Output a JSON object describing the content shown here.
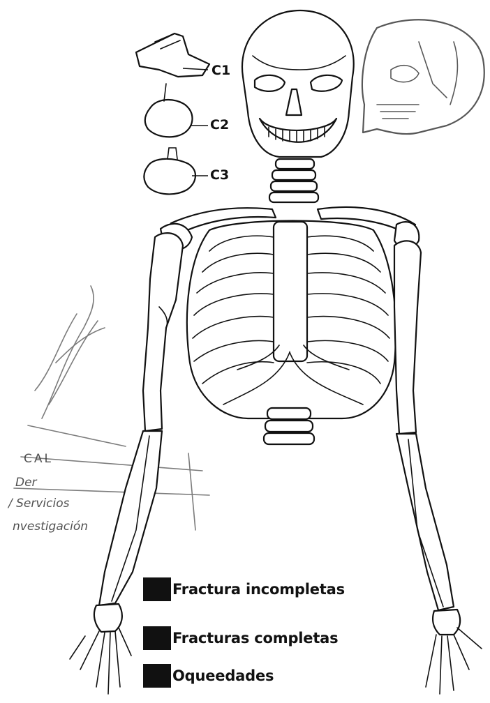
{
  "vertebrae_labels": [
    "C1",
    "C2",
    "C3"
  ],
  "legend": [
    {
      "label": "Fractura incompletas",
      "color": "#111111"
    },
    {
      "label": "Fracturas completas",
      "color": "#111111"
    },
    {
      "label": "Oqueedades",
      "color": "#111111"
    }
  ],
  "stamp": {
    "line1": "CAL",
    "line2": "Der",
    "line3": "/ Servicios",
    "line4": "nvestigación"
  },
  "icons": [
    "skeleton-icon",
    "skull-lateral-icon",
    "cervical-vertebrae-icon"
  ]
}
